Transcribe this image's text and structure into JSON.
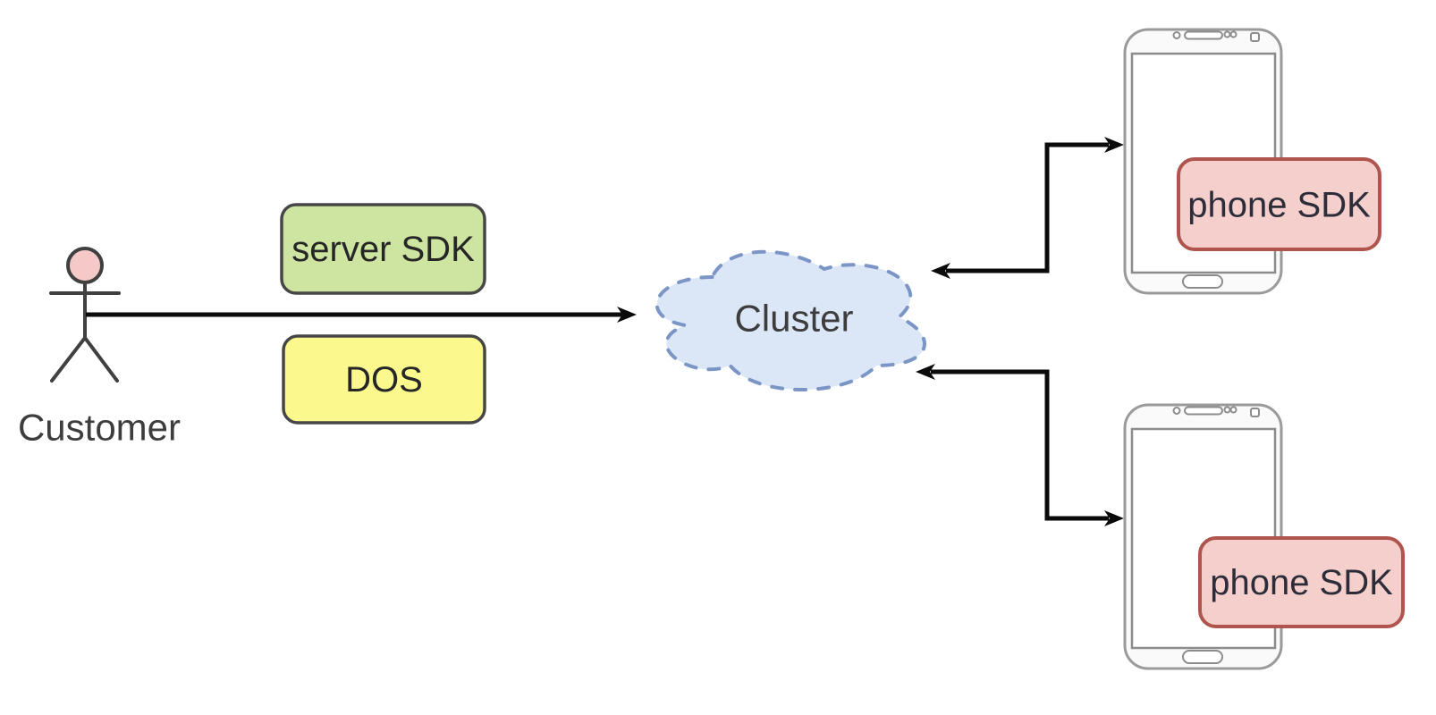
{
  "diagram": {
    "background": "#ffffff",
    "connector_color": "#0b0b0b"
  },
  "actor": {
    "label": "Customer",
    "head_fill": "#f6c9c9",
    "stroke": "#404040"
  },
  "nodes": {
    "server_sdk": {
      "label": "server SDK",
      "fill": "#cee5a1",
      "border": "#464646",
      "text_color": "#262626"
    },
    "dos": {
      "label": "DOS",
      "fill": "#fbf98e",
      "border": "#464646",
      "text_color": "#262626"
    },
    "cluster": {
      "label": "Cluster",
      "fill": "#dbe6f6",
      "border": "#7b95c6",
      "text_color": "#3d3d3d"
    },
    "phone_sdk_top": {
      "label": "phone SDK",
      "fill": "#f4cfcc",
      "border": "#b0544e",
      "text_color": "#2d2d3a"
    },
    "phone_sdk_bottom": {
      "label": "phone SDK",
      "fill": "#f4cfcc",
      "border": "#b0544e",
      "text_color": "#2d2d3a"
    }
  },
  "devices": {
    "top": {
      "name": "smartphone"
    },
    "bottom": {
      "name": "smartphone"
    }
  }
}
